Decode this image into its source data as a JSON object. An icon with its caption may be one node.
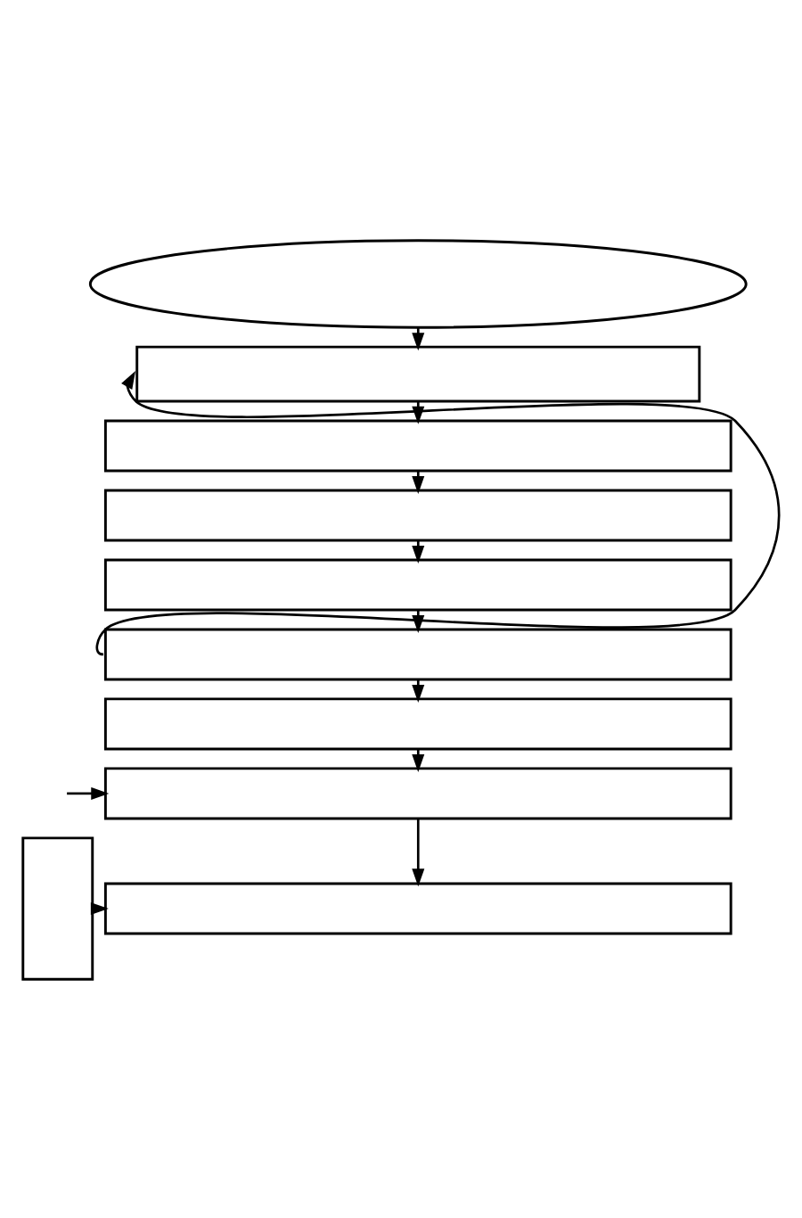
{
  "diagram": {
    "nodes": [
      {
        "text": [],
        "shape": "ellipse"
      },
      {
        "text": [],
        "shape": "box"
      },
      {
        "text": [],
        "shape": "box"
      },
      {
        "text": [],
        "shape": "box"
      },
      {
        "text": [],
        "shape": "box"
      },
      {
        "text": [],
        "shape": "box"
      },
      {
        "text": [],
        "shape": "box"
      },
      {
        "text": [],
        "shape": "box"
      },
      {
        "text": [],
        "shape": "box"
      },
      {
        "text": [],
        "shape": "box"
      }
    ],
    "edges": [
      {
        "from": 0,
        "to": 1,
        "arrow": "to"
      },
      {
        "from": 1,
        "to": 2,
        "arrow": "to"
      },
      {
        "from": 2,
        "to": 3,
        "arrow": "to"
      },
      {
        "from": 3,
        "to": 4,
        "arrow": "to"
      },
      {
        "from": 4,
        "to": 5,
        "arrow": "to"
      },
      {
        "from": 5,
        "to": 6,
        "arrow": "to"
      },
      {
        "from": 6,
        "to": 7,
        "arrow": "to"
      },
      {
        "from": 7,
        "to": 9,
        "arrow": "to"
      },
      {
        "from": 5,
        "to": 1,
        "arrow": "to"
      },
      {
        "from": null,
        "to": 7,
        "arrow": "to"
      },
      {
        "from": 8,
        "to": 9,
        "arrow": "to"
      }
    ]
  }
}
